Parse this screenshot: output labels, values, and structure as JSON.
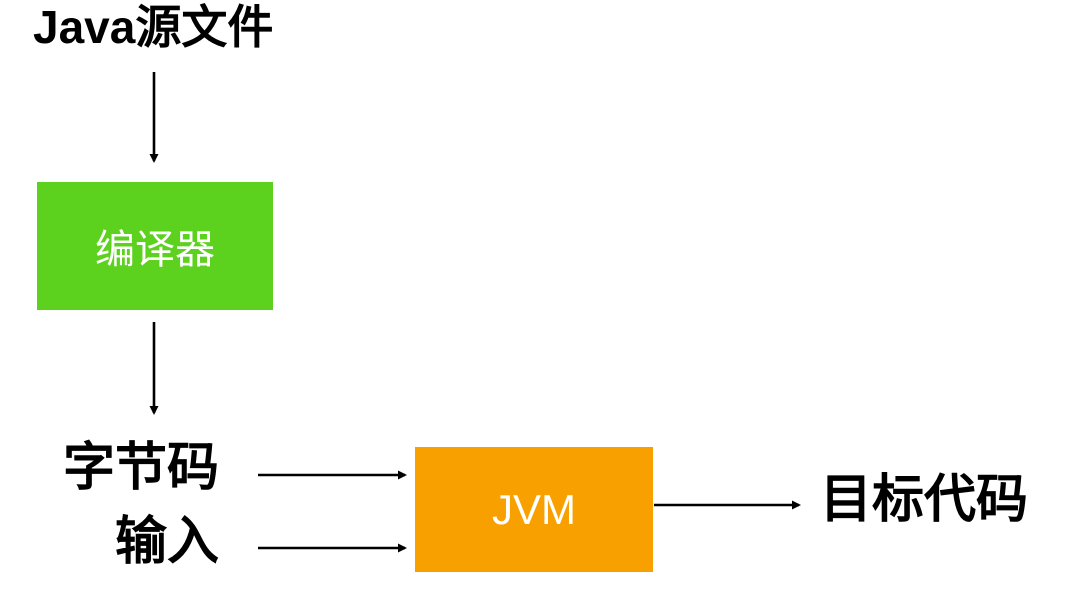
{
  "diagram": {
    "description": "Java compilation and execution flowchart",
    "nodes": {
      "java_source": {
        "label": "Java源文件",
        "type": "text"
      },
      "compiler": {
        "label": "编译器",
        "type": "box",
        "fill": "#5CD11E",
        "text_color": "#ffffff"
      },
      "bytecode": {
        "label": "字节码",
        "type": "text"
      },
      "input": {
        "label": "输入",
        "type": "text"
      },
      "jvm": {
        "label": "JVM",
        "type": "box",
        "fill": "#F8A000",
        "text_color": "#ffffff"
      },
      "target_code": {
        "label": "目标代码",
        "type": "text"
      }
    },
    "edges": [
      {
        "from": "java_source",
        "to": "compiler",
        "direction": "down"
      },
      {
        "from": "compiler",
        "to": "bytecode",
        "direction": "down"
      },
      {
        "from": "bytecode",
        "to": "jvm",
        "direction": "right"
      },
      {
        "from": "input",
        "to": "jvm",
        "direction": "right"
      },
      {
        "from": "jvm",
        "to": "target_code",
        "direction": "right"
      }
    ],
    "colors": {
      "background": "#ffffff",
      "arrow": "#000000",
      "text": "#000000"
    }
  }
}
